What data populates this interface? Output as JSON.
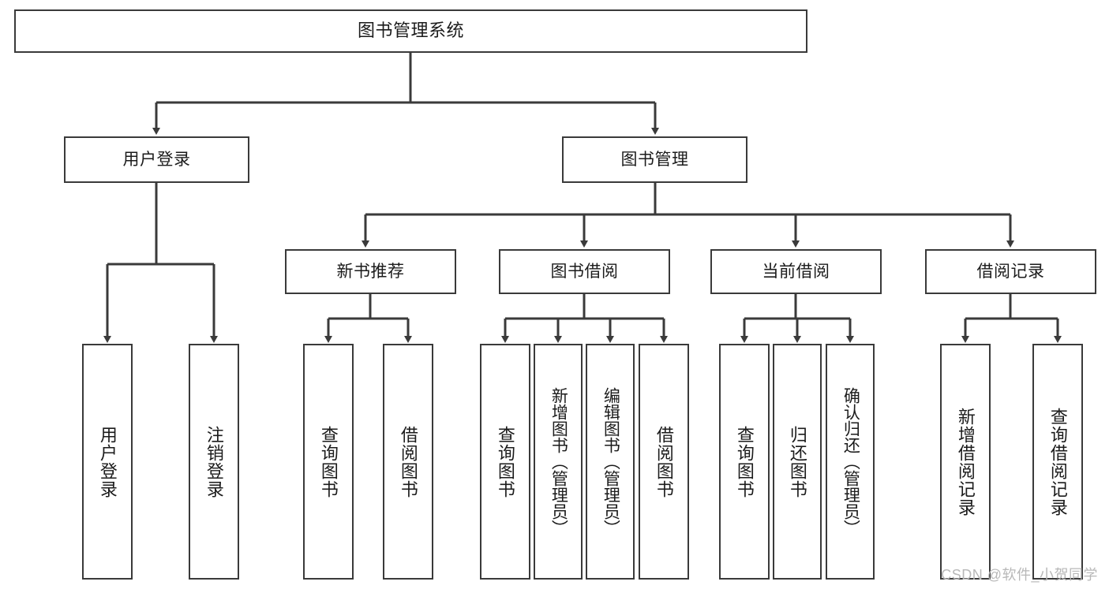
{
  "diagram": {
    "title": "图书管理系统",
    "type": "hierarchy-tree",
    "root": {
      "id": "root",
      "label": "图书管理系统"
    },
    "level2": [
      {
        "id": "user-login",
        "label": "用户登录"
      },
      {
        "id": "book-manage",
        "label": "图书管理"
      }
    ],
    "level3": [
      {
        "id": "new-book-recommend",
        "label": "新书推荐"
      },
      {
        "id": "book-borrow",
        "label": "图书借阅"
      },
      {
        "id": "current-borrow",
        "label": "当前借阅"
      },
      {
        "id": "borrow-record",
        "label": "借阅记录"
      }
    ],
    "leaves": [
      {
        "id": "leaf-user-login",
        "label": "用户登录",
        "parent": "user-login"
      },
      {
        "id": "leaf-user-logout",
        "label": "注销登录",
        "parent": "user-login"
      },
      {
        "id": "leaf-query-book-1",
        "label": "查询图书",
        "parent": "new-book-recommend"
      },
      {
        "id": "leaf-borrow-book-1",
        "label": "借阅图书",
        "parent": "new-book-recommend"
      },
      {
        "id": "leaf-query-book-2",
        "label": "查询图书",
        "parent": "book-borrow"
      },
      {
        "id": "leaf-add-book",
        "label": "新增图书（管理员）",
        "parent": "book-borrow"
      },
      {
        "id": "leaf-edit-book",
        "label": "编辑图书（管理员）",
        "parent": "book-borrow"
      },
      {
        "id": "leaf-borrow-book-2",
        "label": "借阅图书",
        "parent": "book-borrow"
      },
      {
        "id": "leaf-query-book-3",
        "label": "查询图书",
        "parent": "current-borrow"
      },
      {
        "id": "leaf-return-book",
        "label": "归还图书",
        "parent": "current-borrow"
      },
      {
        "id": "leaf-confirm-return",
        "label": "确认归还（管理员）",
        "parent": "current-borrow"
      },
      {
        "id": "leaf-add-record",
        "label": "新增借阅记录",
        "parent": "borrow-record"
      },
      {
        "id": "leaf-query-record",
        "label": "查询借阅记录",
        "parent": "borrow-record"
      }
    ]
  },
  "watermark": {
    "text": "CSDN @软件_小贺同学"
  },
  "colors": {
    "stroke": "#3a3a3a",
    "text": "#1b1b1b",
    "background": "#ffffff",
    "watermark": "#b8b8b8"
  }
}
